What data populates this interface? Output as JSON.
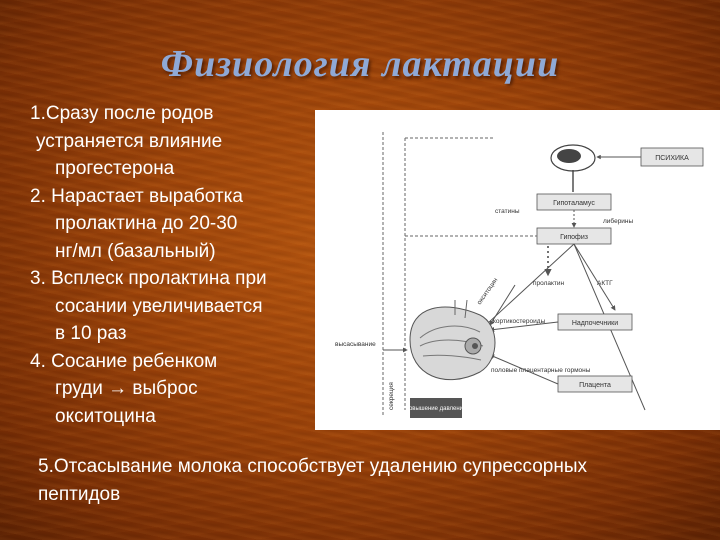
{
  "title": "Физиология лактации",
  "points": [
    "1.Сразу после родов",
    " устраняется влияние",
    "прогестерона",
    "2. Нарастает выработка",
    "пролактина до 20-30",
    "нг/мл (базальный)",
    "3. Всплеск пролактина при",
    "сосании увеличивается",
    "в 10 раз",
    "4. Сосание ребенком",
    "груди → выброс",
    "окситоцина"
  ],
  "bottom_text": [
    "5.Отсасывание молока способствует удалению супрессорных",
    "пептидов"
  ],
  "diagram": {
    "psychics": "ПСИХИКА",
    "hypothalamus": "Гипоталамус",
    "pituitary": "Гипофиз",
    "adrenals": "Надпочечники",
    "placenta": "Плацента",
    "statins": "статины",
    "liberins": "либерины",
    "prolactin": "пролактин",
    "actg": "АКТГ",
    "suckling": "высасывание",
    "corticosteroids": "кортикостероиды",
    "oxytocin": "окситоцин",
    "pressure": "повышение давления",
    "placental_hormones": "половые плацентарные гормоны",
    "secretion": "секреция"
  }
}
